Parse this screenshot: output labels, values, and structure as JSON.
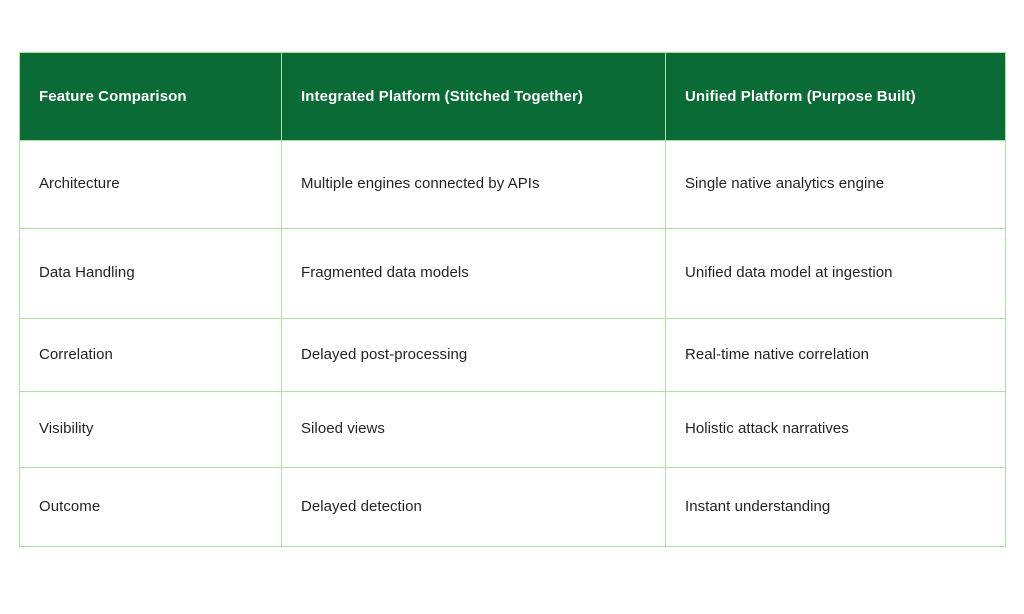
{
  "table": {
    "accent_header_bg": "#0a6b36",
    "header_text_color": "#ffffff",
    "border_color": "#a8e59a",
    "body_text_color": "#1f2123",
    "columns": [
      "Feature Comparison",
      "Integrated Platform (Stitched Together)",
      "Unified Platform (Purpose Built)"
    ],
    "rows": [
      {
        "feature": "Architecture",
        "integrated": "Multiple engines connected by APIs",
        "unified": "Single native analytics engine"
      },
      {
        "feature": "Data Handling",
        "integrated": "Fragmented data models",
        "unified": "Unified data model at ingestion"
      },
      {
        "feature": "Correlation",
        "integrated": "Delayed post-processing",
        "unified": "Real-time native correlation"
      },
      {
        "feature": "Visibility",
        "integrated": "Siloed views",
        "unified": "Holistic attack narratives"
      },
      {
        "feature": "Outcome",
        "integrated": "Delayed detection",
        "unified": "Instant understanding"
      }
    ]
  }
}
